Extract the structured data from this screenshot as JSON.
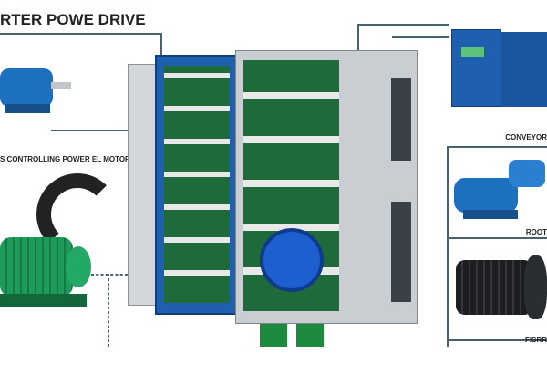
{
  "title": "RTER POWE DRIVE",
  "labels": {
    "left_motor": "S CONTROLLING POWER EL MOTOR",
    "conveyor": "CONVEYOR",
    "root": "ROOT",
    "fan": "FISRR"
  },
  "colors": {
    "cabinet_blue": "#1f5fb0",
    "motor_blue": "#1d6fc0",
    "motor_green": "#1e9a5a",
    "pcb_green": "#1f6a3a",
    "cabinet_grey": "#c9ced3"
  }
}
